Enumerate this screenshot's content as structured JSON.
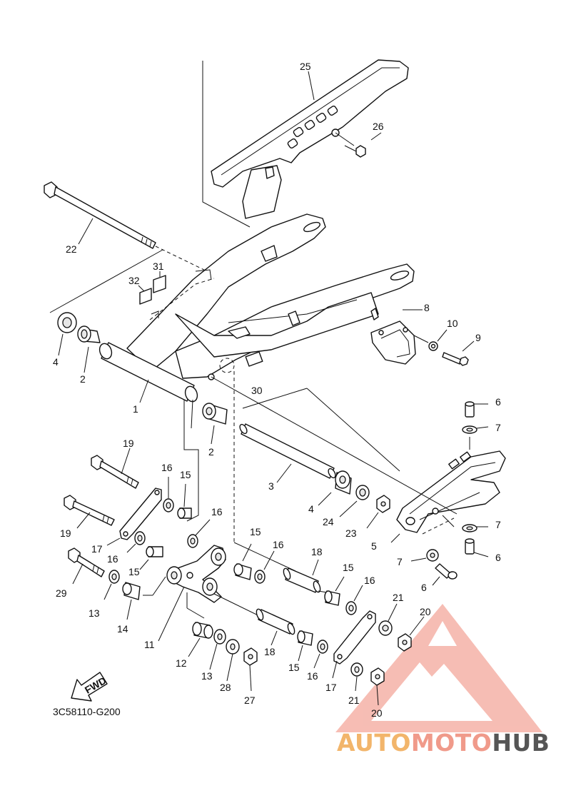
{
  "diagram": {
    "part_code": "3C58110-G200",
    "fwd_label": "FWD",
    "watermark": {
      "part1": "AUTO",
      "part2": "MOTO",
      "part3": "HUB",
      "color_auto": "#f2b56b",
      "color_moto": "#f09a8a",
      "color_hub": "#555555"
    },
    "labels": [
      {
        "id": "l25",
        "text": "25"
      },
      {
        "id": "l26",
        "text": "26"
      },
      {
        "id": "l22",
        "text": "22"
      },
      {
        "id": "l31",
        "text": "31"
      },
      {
        "id": "l32",
        "text": "32"
      },
      {
        "id": "l4a",
        "text": "4"
      },
      {
        "id": "l2a",
        "text": "2"
      },
      {
        "id": "l8",
        "text": "8"
      },
      {
        "id": "l10",
        "text": "10"
      },
      {
        "id": "l9",
        "text": "9"
      },
      {
        "id": "l30",
        "text": "30"
      },
      {
        "id": "l1",
        "text": "1"
      },
      {
        "id": "l6a",
        "text": "6"
      },
      {
        "id": "l7a",
        "text": "7"
      },
      {
        "id": "l2b",
        "text": "2"
      },
      {
        "id": "l19a",
        "text": "19"
      },
      {
        "id": "l16a",
        "text": "16"
      },
      {
        "id": "l15a",
        "text": "15"
      },
      {
        "id": "l3",
        "text": "3"
      },
      {
        "id": "l4b",
        "text": "4"
      },
      {
        "id": "l24",
        "text": "24"
      },
      {
        "id": "l23",
        "text": "23"
      },
      {
        "id": "l19b",
        "text": "19"
      },
      {
        "id": "l16b",
        "text": "16"
      },
      {
        "id": "l7b",
        "text": "7"
      },
      {
        "id": "l5",
        "text": "5"
      },
      {
        "id": "l17a",
        "text": "17"
      },
      {
        "id": "l16c",
        "text": "16"
      },
      {
        "id": "l15b",
        "text": "15"
      },
      {
        "id": "l15c",
        "text": "15"
      },
      {
        "id": "l16d",
        "text": "16"
      },
      {
        "id": "l18a",
        "text": "18"
      },
      {
        "id": "l7c",
        "text": "7"
      },
      {
        "id": "l6b",
        "text": "6"
      },
      {
        "id": "l6c",
        "text": "6"
      },
      {
        "id": "l29",
        "text": "29"
      },
      {
        "id": "l15d",
        "text": "15"
      },
      {
        "id": "l16e",
        "text": "16"
      },
      {
        "id": "l13a",
        "text": "13"
      },
      {
        "id": "l14",
        "text": "14"
      },
      {
        "id": "l21a",
        "text": "21"
      },
      {
        "id": "l20a",
        "text": "20"
      },
      {
        "id": "l11",
        "text": "11"
      },
      {
        "id": "l12",
        "text": "12"
      },
      {
        "id": "l13b",
        "text": "13"
      },
      {
        "id": "l28",
        "text": "28"
      },
      {
        "id": "l27",
        "text": "27"
      },
      {
        "id": "l18b",
        "text": "18"
      },
      {
        "id": "l15e",
        "text": "15"
      },
      {
        "id": "l16f",
        "text": "16"
      },
      {
        "id": "l17b",
        "text": "17"
      },
      {
        "id": "l21b",
        "text": "21"
      },
      {
        "id": "l20b",
        "text": "20"
      }
    ]
  }
}
